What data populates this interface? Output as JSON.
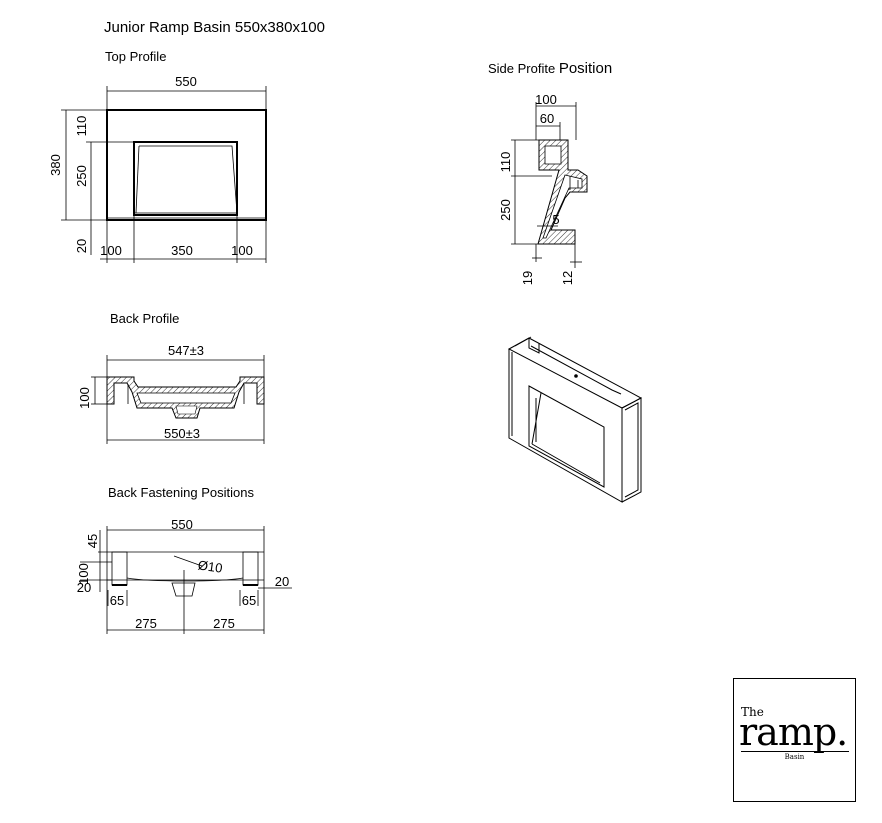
{
  "title": "Junior Ramp Basin 550x380x100",
  "views": {
    "top_profile": "Top Profile",
    "side_profile_prefix": "Side Profite",
    "side_profile_suffix": "Position",
    "back_profile": "Back Profile",
    "fastening": "Back Fastening Positions"
  },
  "top_profile_dims": {
    "width": "550",
    "height": "380",
    "d250": "250",
    "d110": "110",
    "d20": "20",
    "left": "100",
    "middle": "350",
    "right": "100"
  },
  "side_profile_dims": {
    "d100": "100",
    "d60": "60",
    "d110": "110",
    "d250": "250",
    "d5": "5",
    "d19": "19",
    "d12": "12"
  },
  "back_profile_dims": {
    "top": "547±3",
    "bottom": "550±3",
    "height": "100"
  },
  "fastening_dims": {
    "width": "550",
    "d45": "45",
    "d100": "100",
    "d20_left": "20",
    "d20_right": "20",
    "hole": "Ø10",
    "d65_left": "65",
    "d65_right": "65",
    "half_left": "275",
    "half_right": "275"
  },
  "logo": {
    "the": "The",
    "ramp": "ramp.",
    "basin": "Basin"
  }
}
